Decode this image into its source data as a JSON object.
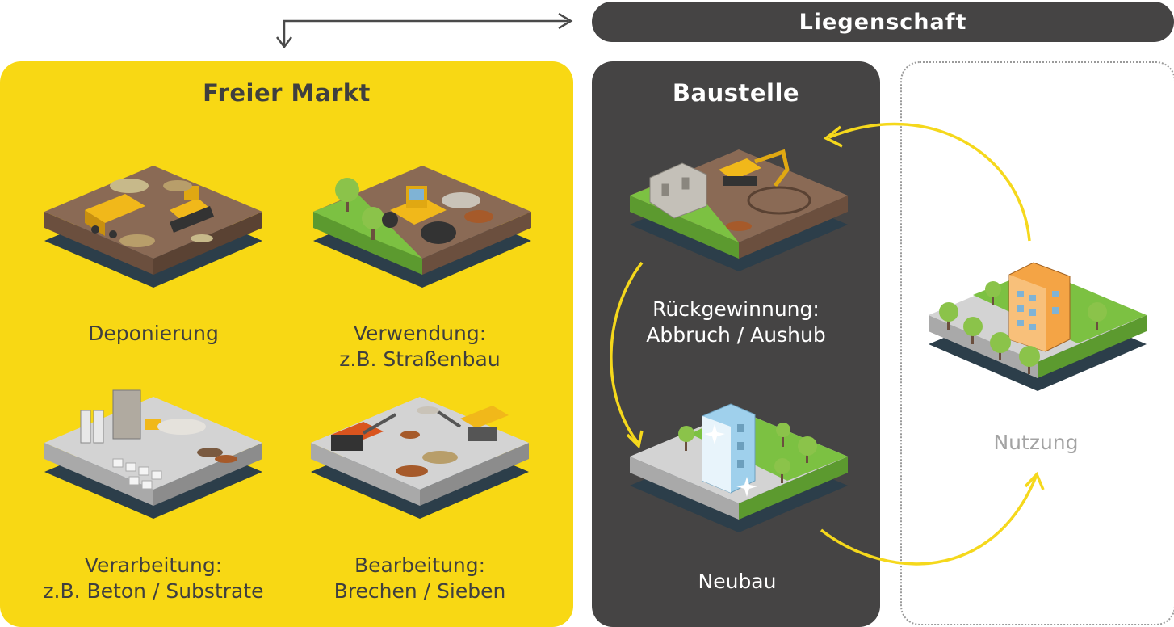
{
  "header": {
    "title": "Liegenschaft"
  },
  "market": {
    "title": "Freier Markt",
    "items": [
      {
        "lines": [
          "Deponierung"
        ]
      },
      {
        "lines": [
          "Verwendung:",
          "z.B. Straßenbau"
        ]
      },
      {
        "lines": [
          "Verarbeitung:",
          "z.B. Beton / Substrate"
        ]
      },
      {
        "lines": [
          "Bearbeitung:",
          "Brechen / Sieben"
        ]
      }
    ]
  },
  "site": {
    "title": "Baustelle",
    "items": [
      {
        "lines": [
          "Rückgewinnung:",
          "Abbruch / Aushub"
        ]
      },
      {
        "lines": [
          "Neubau"
        ]
      }
    ]
  },
  "use": {
    "label": "Nutzung"
  },
  "colors": {
    "yellow": "#f8d814",
    "dark": "#454444",
    "arrow_yellow": "#f5d81c",
    "soil": "#8a6a55",
    "grass": "#7cc142",
    "concrete": "#d3d3d3",
    "tile_base": "#2c3e4a"
  }
}
